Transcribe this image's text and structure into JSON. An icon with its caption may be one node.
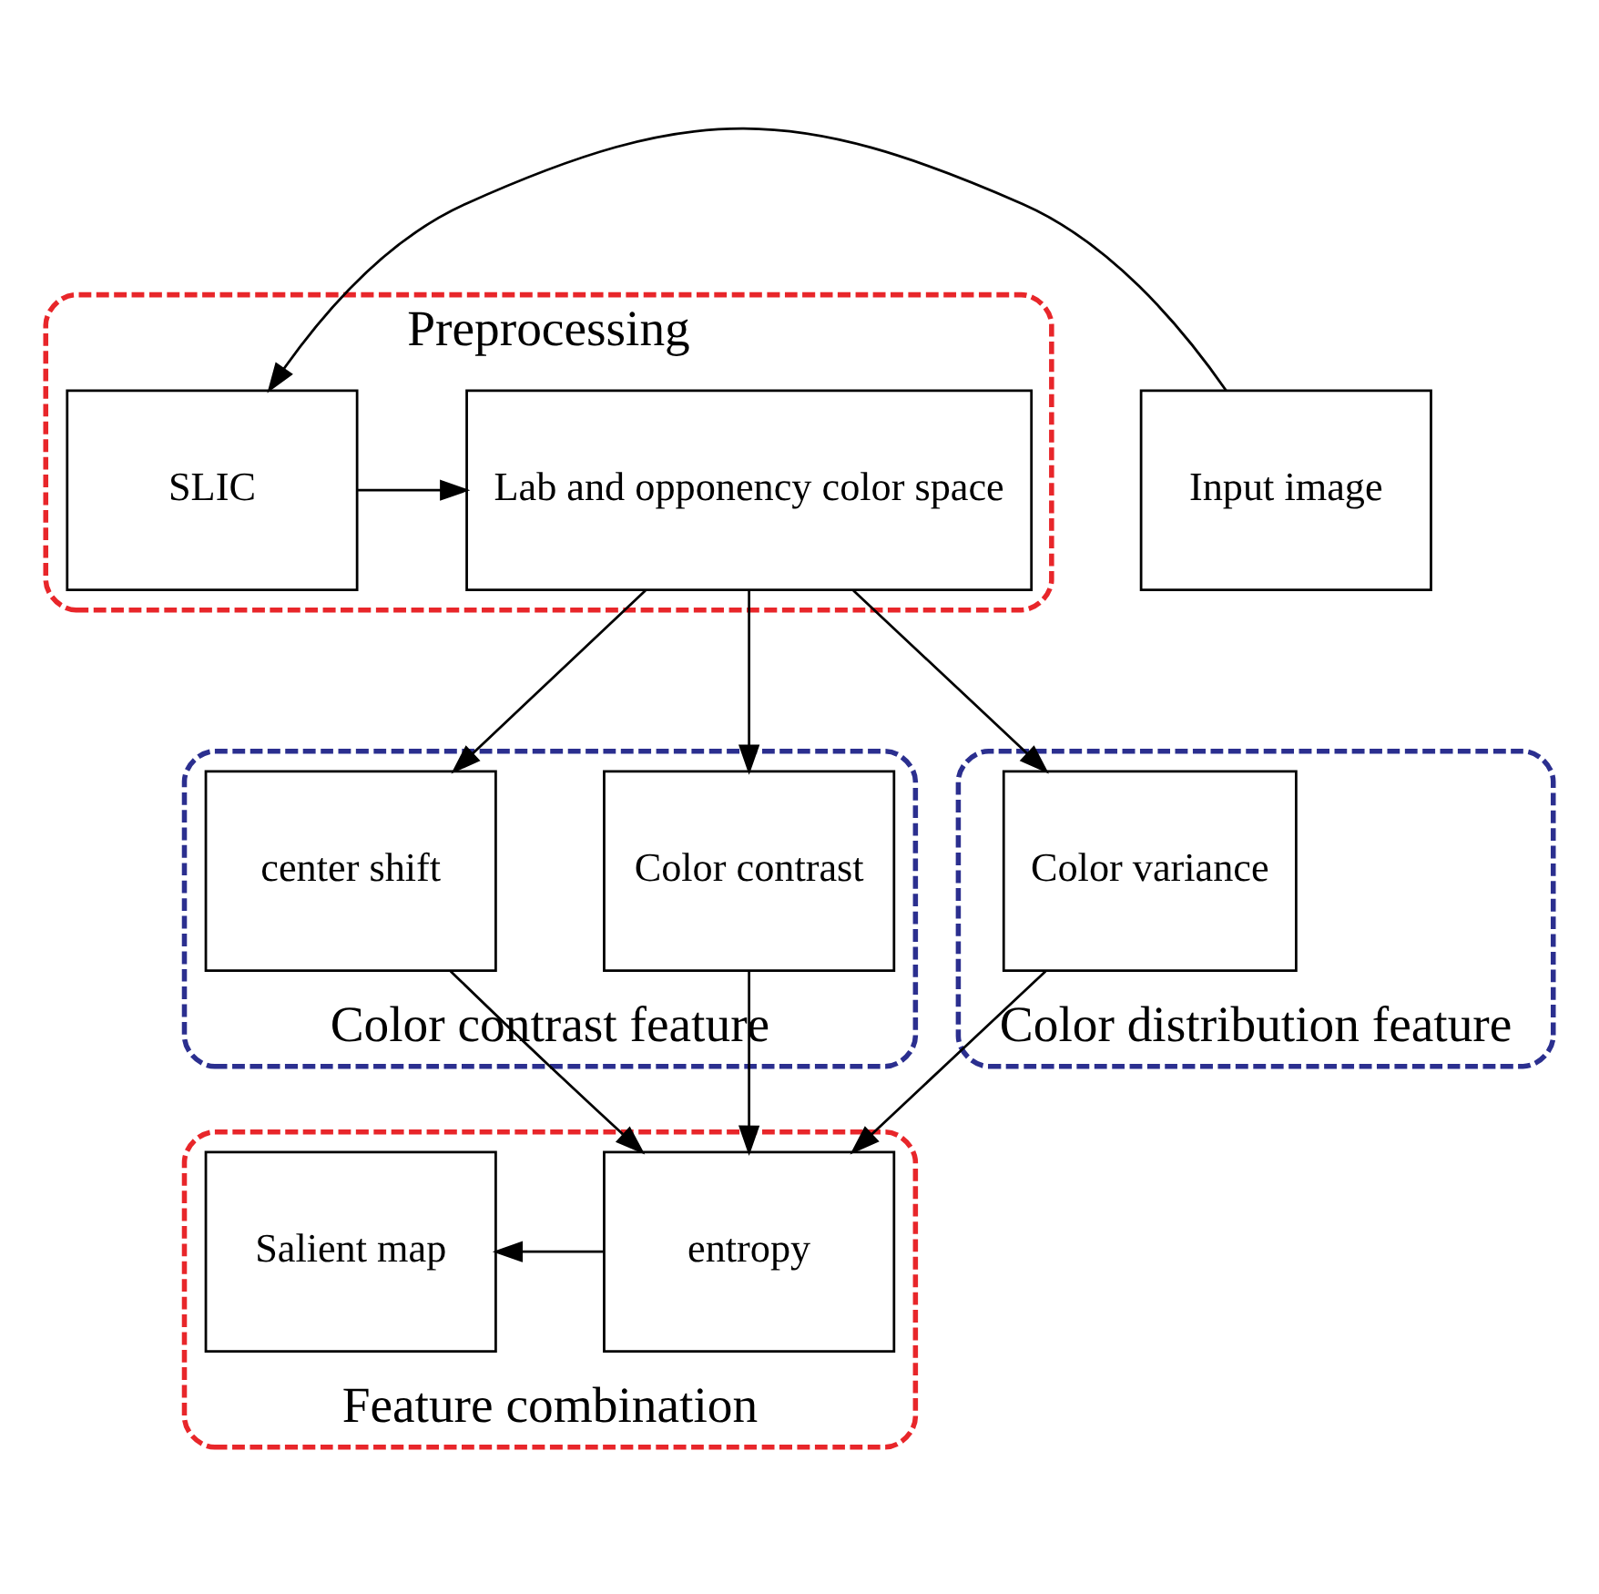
{
  "diagram": {
    "nodes": [
      {
        "text": [
          "Preprocessing"
        ]
      },
      {
        "text": [
          "Lab and opponency color space"
        ],
        "in": 0
      },
      {
        "text": [
          "SLIC"
        ],
        "in": 0
      },
      {
        "text": [
          "Input image"
        ]
      },
      {
        "text": [
          "Color contrast feature"
        ]
      },
      {
        "text": [
          "Color contrast"
        ],
        "in": 4
      },
      {
        "text": [
          "center shift"
        ],
        "in": 4
      },
      {
        "text": [
          "Color distribution feature"
        ]
      },
      {
        "text": [
          "Color variance"
        ],
        "in": 7
      },
      {
        "text": [
          "Feature combination"
        ]
      },
      {
        "text": [
          "entropy"
        ],
        "in": 9
      },
      {
        "text": [
          "Salient map"
        ],
        "in": 9
      }
    ],
    "edges": [
      {
        "from": 3,
        "to": 2,
        "arrow": "to"
      },
      {
        "from": 2,
        "to": 1,
        "arrow": "to"
      },
      {
        "from": 1,
        "to": 5,
        "arrow": "to"
      },
      {
        "from": 1,
        "to": 6,
        "arrow": "to"
      },
      {
        "from": 1,
        "to": 8,
        "arrow": "to"
      },
      {
        "from": 5,
        "to": 10,
        "arrow": "to"
      },
      {
        "from": 6,
        "to": 10,
        "arrow": "to"
      },
      {
        "from": 8,
        "to": 10,
        "arrow": "to"
      },
      {
        "from": 10,
        "to": 11,
        "arrow": "to"
      }
    ]
  }
}
